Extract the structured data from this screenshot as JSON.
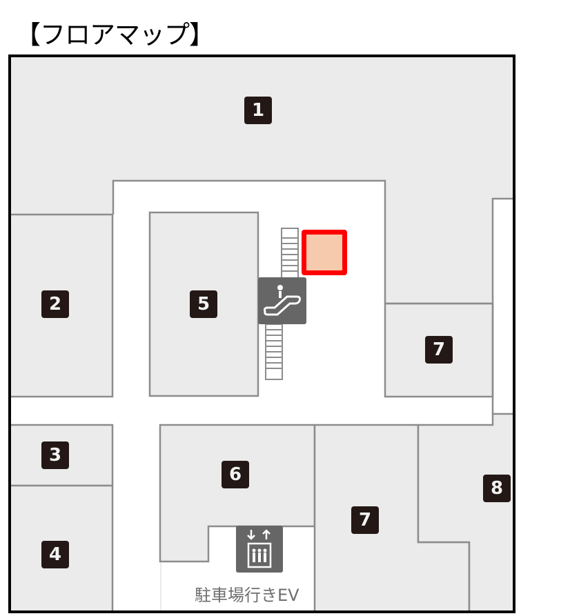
{
  "title": "【フロアマップ】",
  "map": {
    "colors": {
      "store_fill": "#ebebeb",
      "walkway_fill": "#ffffff",
      "wall": "#8c8c8c",
      "outer_border": "#000000",
      "badge_bg": "#231815",
      "badge_text": "#f2f2f2",
      "icon_bg": "#666666",
      "highlight_border": "#ff0000",
      "highlight_fill": "#f6cbad"
    },
    "areas": [
      {
        "id": "1",
        "label": "1"
      },
      {
        "id": "2",
        "label": "2"
      },
      {
        "id": "3",
        "label": "3"
      },
      {
        "id": "4",
        "label": "4"
      },
      {
        "id": "5",
        "label": "5"
      },
      {
        "id": "6",
        "label": "6"
      },
      {
        "id": "7a",
        "label": "7"
      },
      {
        "id": "7b",
        "label": "7"
      },
      {
        "id": "8",
        "label": "8"
      }
    ],
    "facilities": {
      "escalator_icon": "escalator-icon",
      "elevator_icon": "elevator-icon",
      "elevator_label": "駐車場行きEV"
    },
    "highlight": "current-location-marker"
  }
}
